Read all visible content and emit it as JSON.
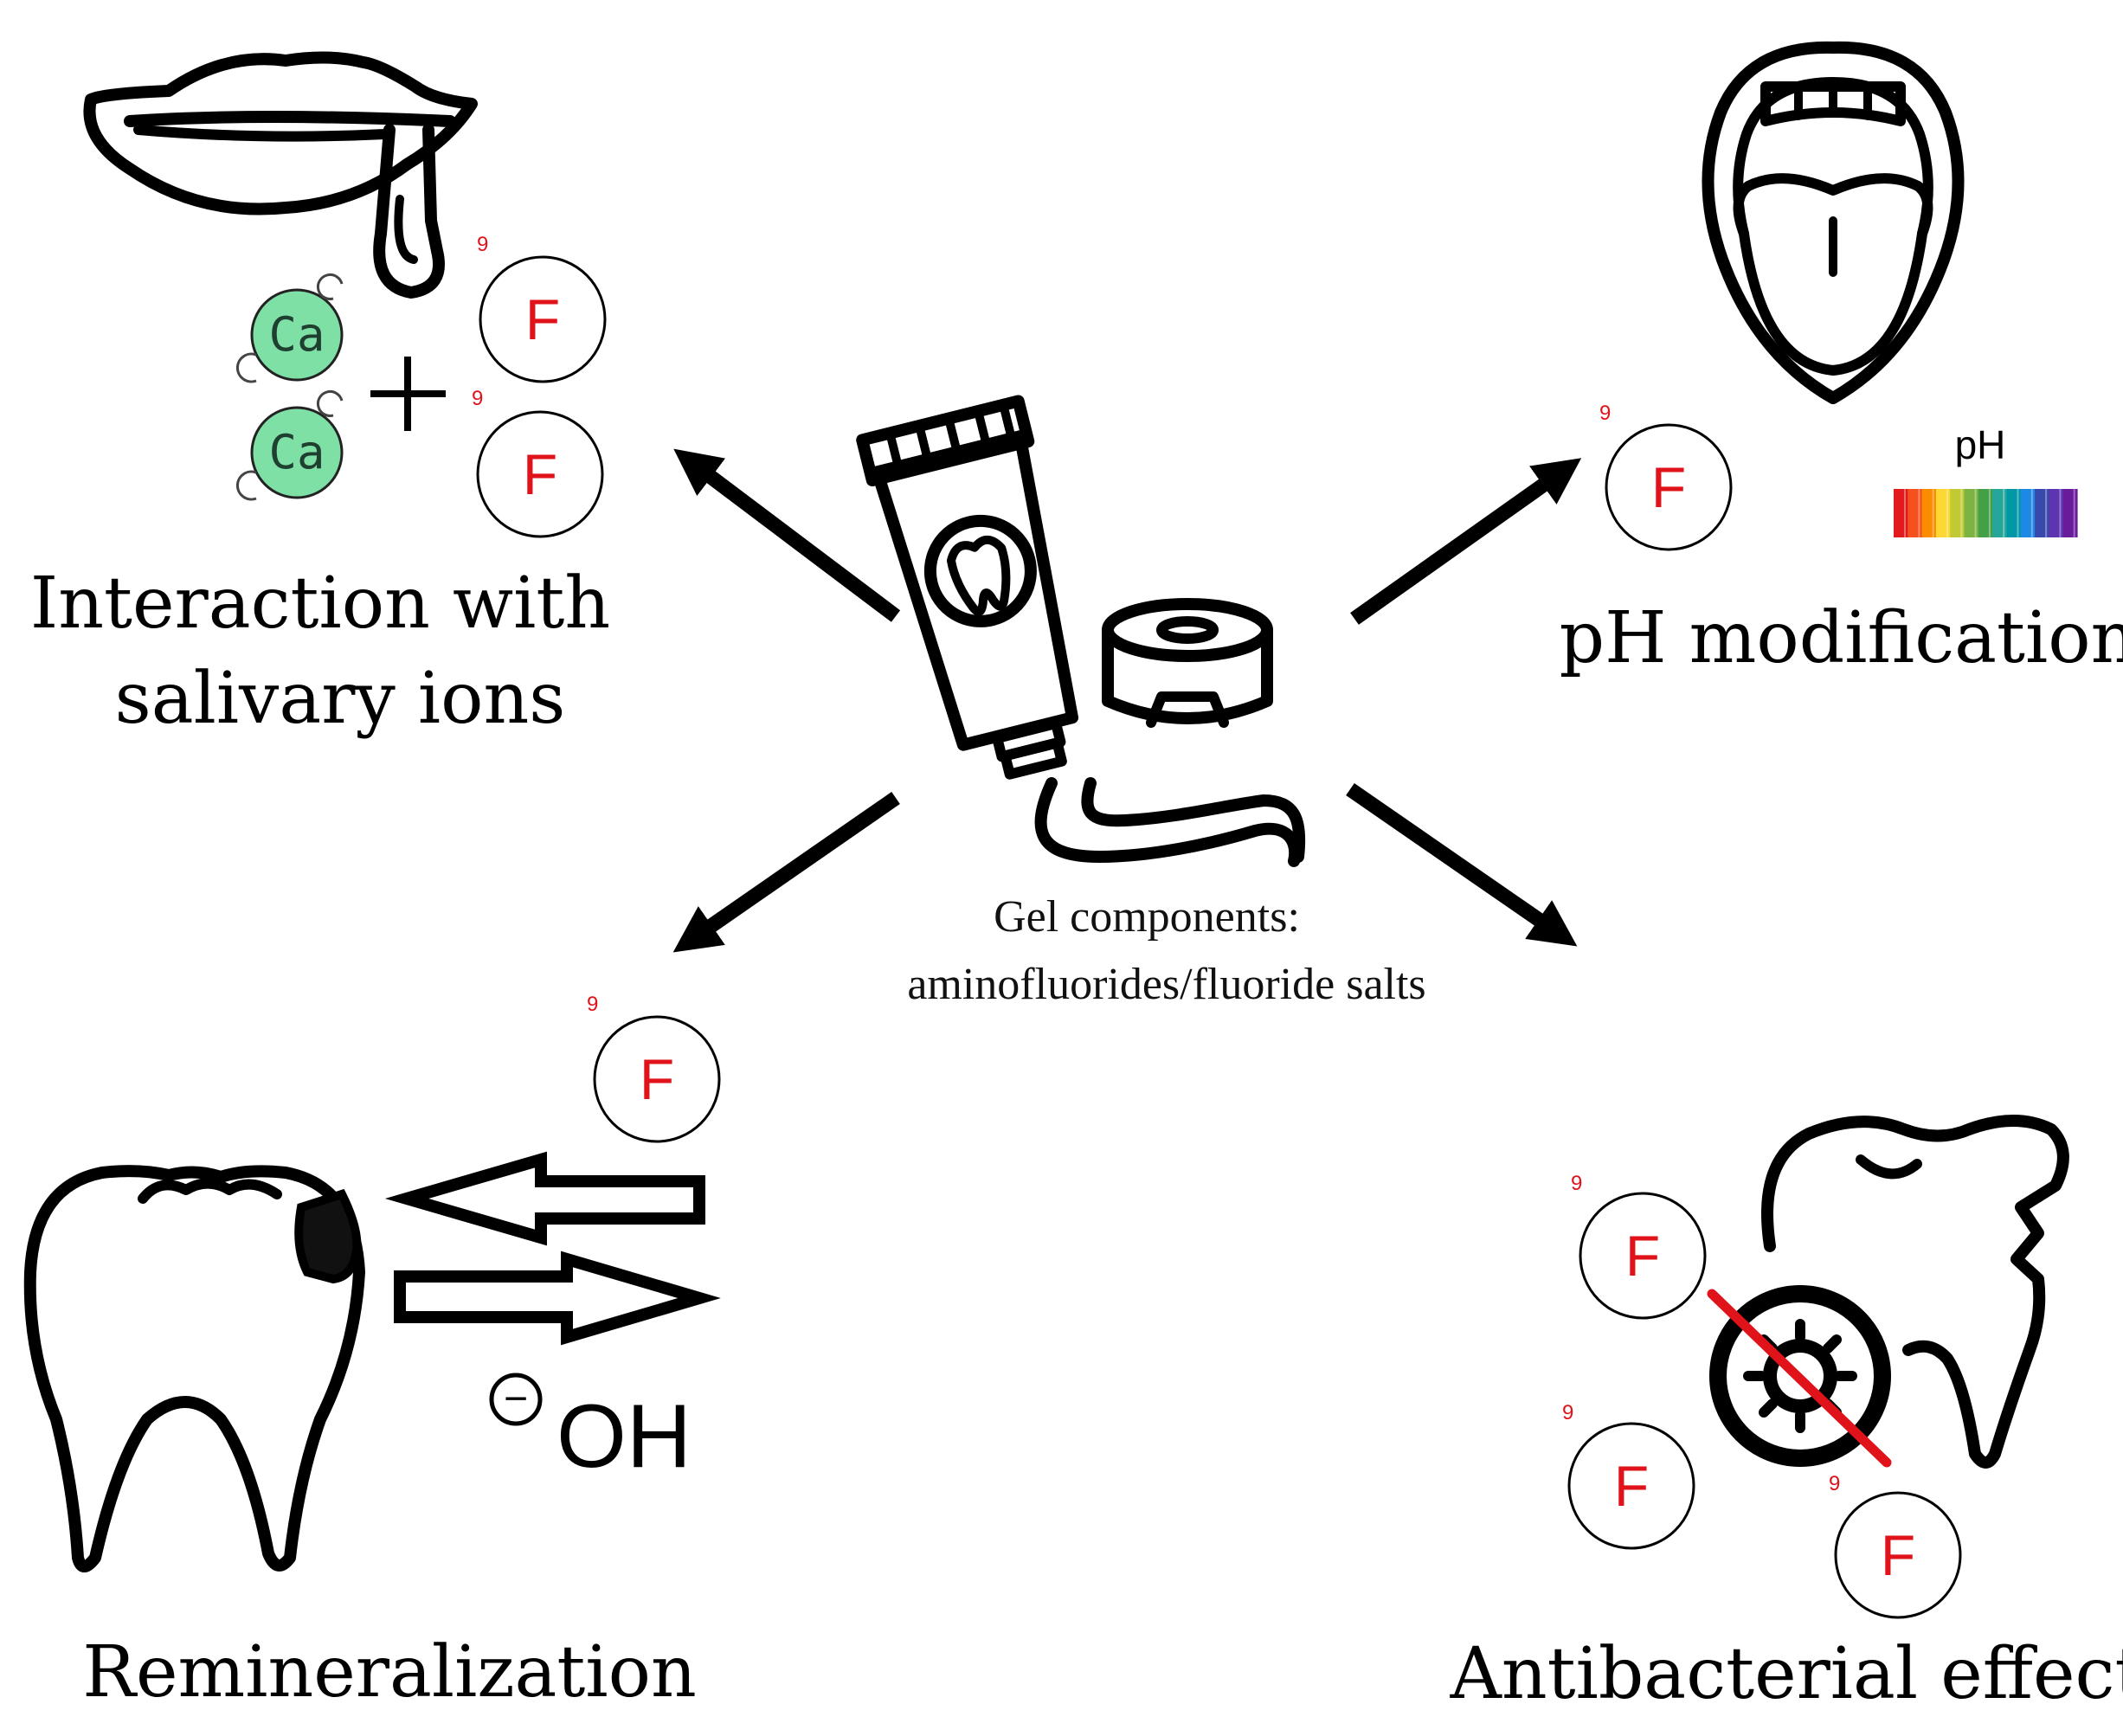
{
  "center": {
    "caption_line1": "Gel components:",
    "caption_line2": "aminofluorides/fluoride salts"
  },
  "effects": {
    "salivary": {
      "line1": "Interaction with",
      "line2": "salivary ions"
    },
    "ph": {
      "label": "pH modification",
      "scale_label": "pH"
    },
    "remineralization": {
      "label": "Remineralization",
      "ion_label": "OH",
      "charge": "−"
    },
    "antibacterial": {
      "label": "Antibacterial effect"
    }
  },
  "atoms": {
    "fluorine_symbol": "F",
    "fluorine_number": "9",
    "calcium_symbol": "Ca"
  },
  "colors": {
    "fluorine_text": "#e0131a",
    "calcium_fill": "#7fe0a6",
    "strike_line": "#e0131a",
    "ph_scale": [
      "#e31a1c",
      "#f4511e",
      "#fb8c00",
      "#fdd835",
      "#c0ca33",
      "#7cb342",
      "#43a047",
      "#26a69a",
      "#0097a7",
      "#1e88e5",
      "#3949ab",
      "#5e35b1",
      "#6a1b9a"
    ]
  }
}
